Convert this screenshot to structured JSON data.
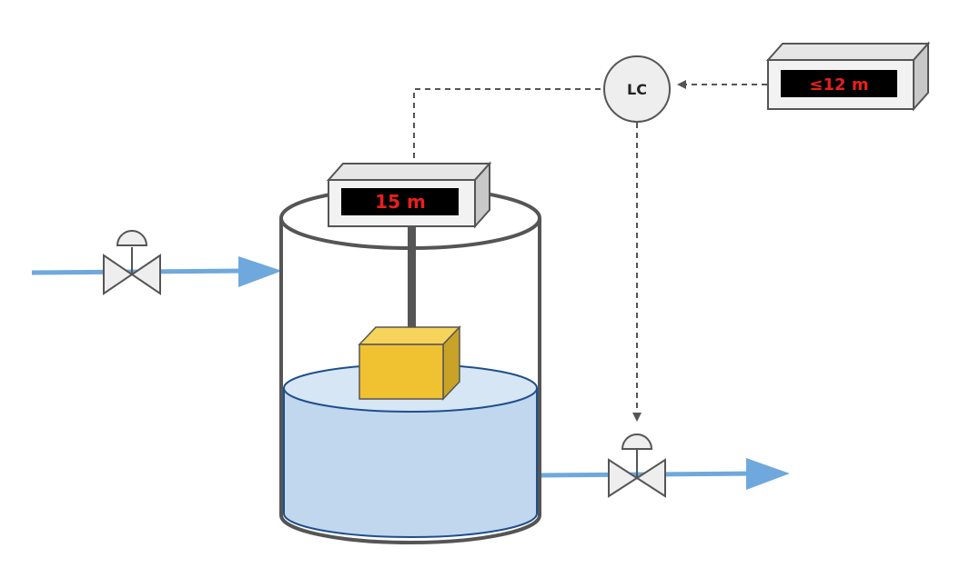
{
  "diagram": {
    "transmitter": {
      "display": "15 m"
    },
    "controller": {
      "label": "LC"
    },
    "setpoint": {
      "display": "≤12 m"
    }
  },
  "colors": {
    "pipe": "#6fa8dc",
    "water": "#c0d7ee",
    "water_edge": "#1f4e8c",
    "float": "#f0c232",
    "display_text": "#e8201a",
    "outline": "#555555"
  }
}
